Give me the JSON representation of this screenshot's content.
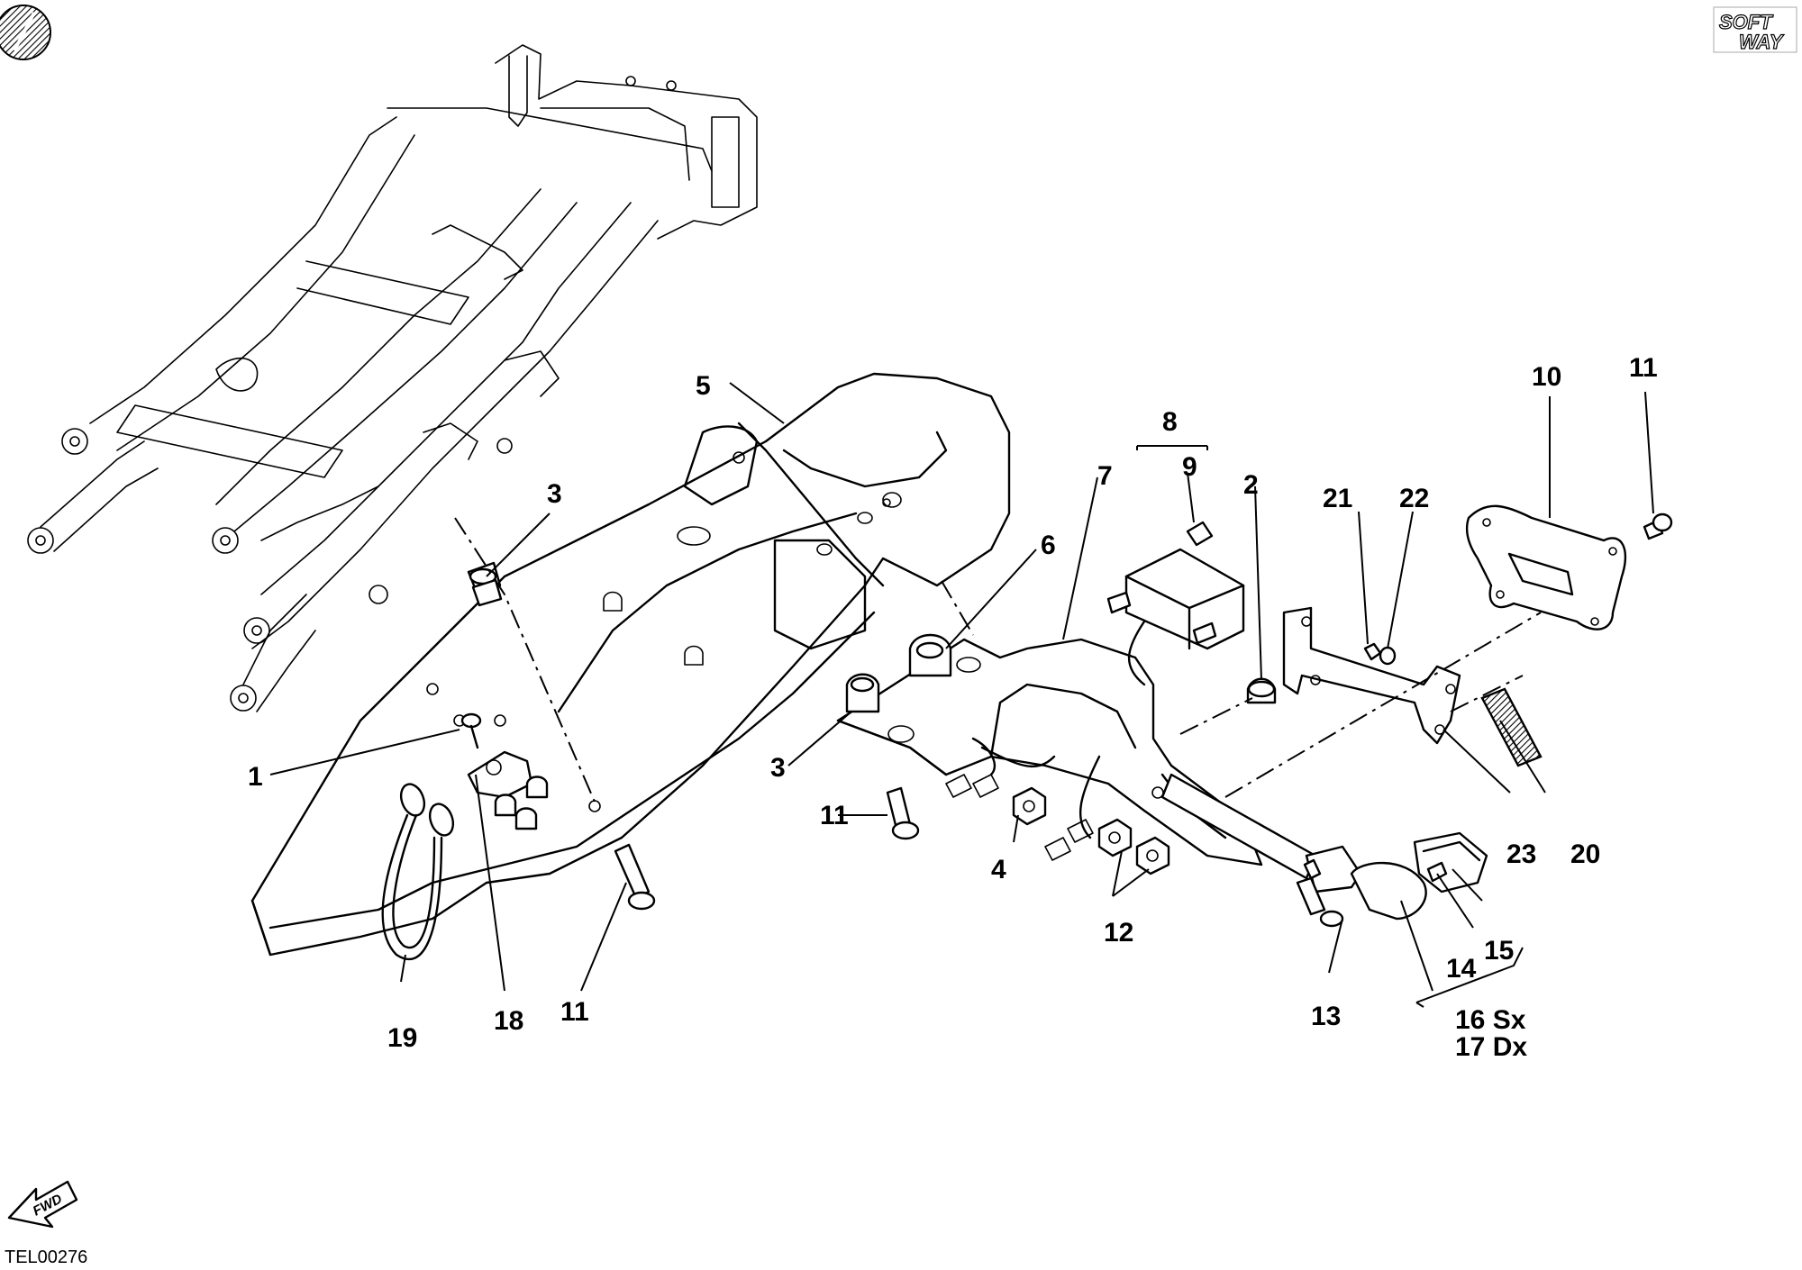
{
  "drawing_code": "TEL00276",
  "logo": {
    "line1": "SOFT",
    "line2": "WAY"
  },
  "fwd_arrow": "FWD",
  "part_labels": {
    "p1": "1",
    "p2": "2",
    "p3a": "3",
    "p3b": "3",
    "p4": "4",
    "p5": "5",
    "p6": "6",
    "p7": "7",
    "p8": "8",
    "p9": "9",
    "p10": "10",
    "p11a": "11",
    "p11b": "11",
    "p11c": "11",
    "p12": "12",
    "p13": "13",
    "p14": "14",
    "p15": "15",
    "p16": "16 Sx",
    "p17": "17 Dx",
    "p18": "18",
    "p19": "19",
    "p20": "20",
    "p21": "21",
    "p22": "22",
    "p23": "23"
  },
  "icons": [
    "page-corner-disc-icon",
    "softway-logo",
    "fwd-arrow-icon"
  ]
}
